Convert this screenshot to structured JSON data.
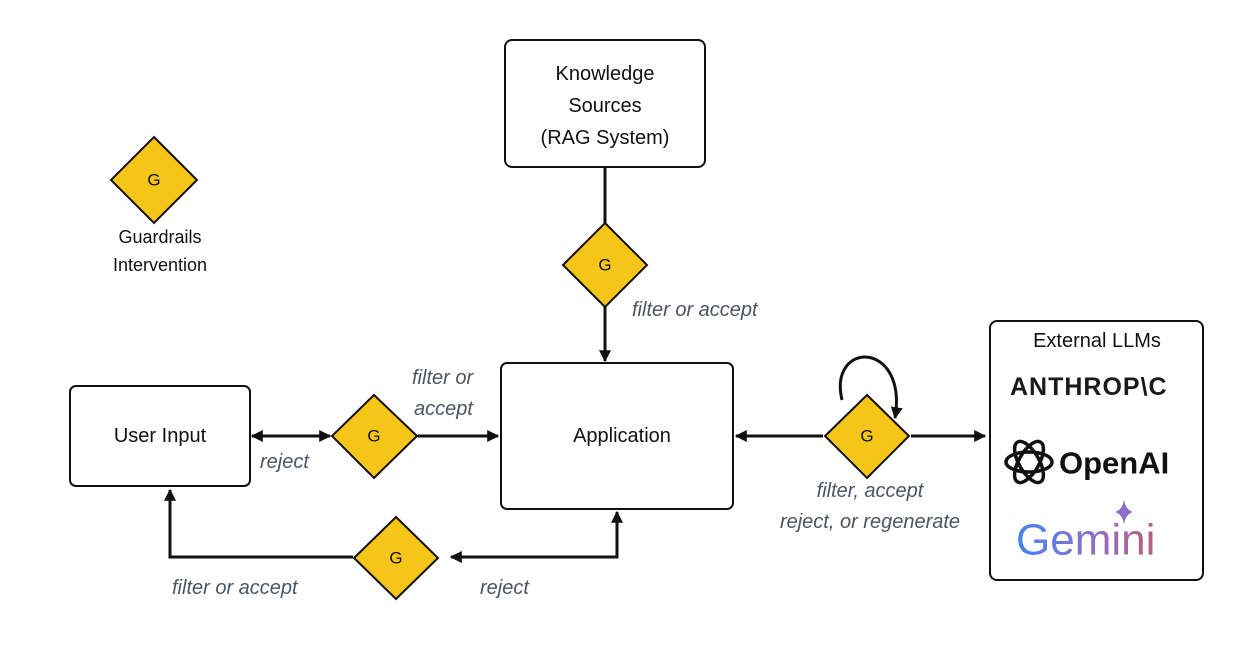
{
  "legend": {
    "symbol": "G",
    "label_line1": "Guardrails",
    "label_line2": "Intervention"
  },
  "nodes": {
    "knowledge": {
      "line1": "Knowledge",
      "line2": "Sources",
      "line3": "(RAG System)"
    },
    "user_input": {
      "label": "User Input"
    },
    "application": {
      "label": "Application"
    },
    "external": {
      "title": "External LLMs",
      "brands": {
        "anthropic": "ANTHROP\\C",
        "openai": "OpenAI",
        "gemini": "Gemini"
      }
    }
  },
  "guardrails": {
    "symbol": "G"
  },
  "edge_labels": {
    "knowledge_to_app": "filter or accept",
    "user_to_app_line1": "filter or",
    "user_to_app_line2": "accept",
    "user_reject": "reject",
    "app_to_user": "filter or accept",
    "app_reject": "reject",
    "llm_line1": "filter, accept",
    "llm_line2": "reject, or regenerate"
  },
  "colors": {
    "guardrail": "#F5C518",
    "stroke": "#111111",
    "label": "#4b5563",
    "gemini_start": "#4285F4",
    "gemini_end": "#B5607A"
  }
}
